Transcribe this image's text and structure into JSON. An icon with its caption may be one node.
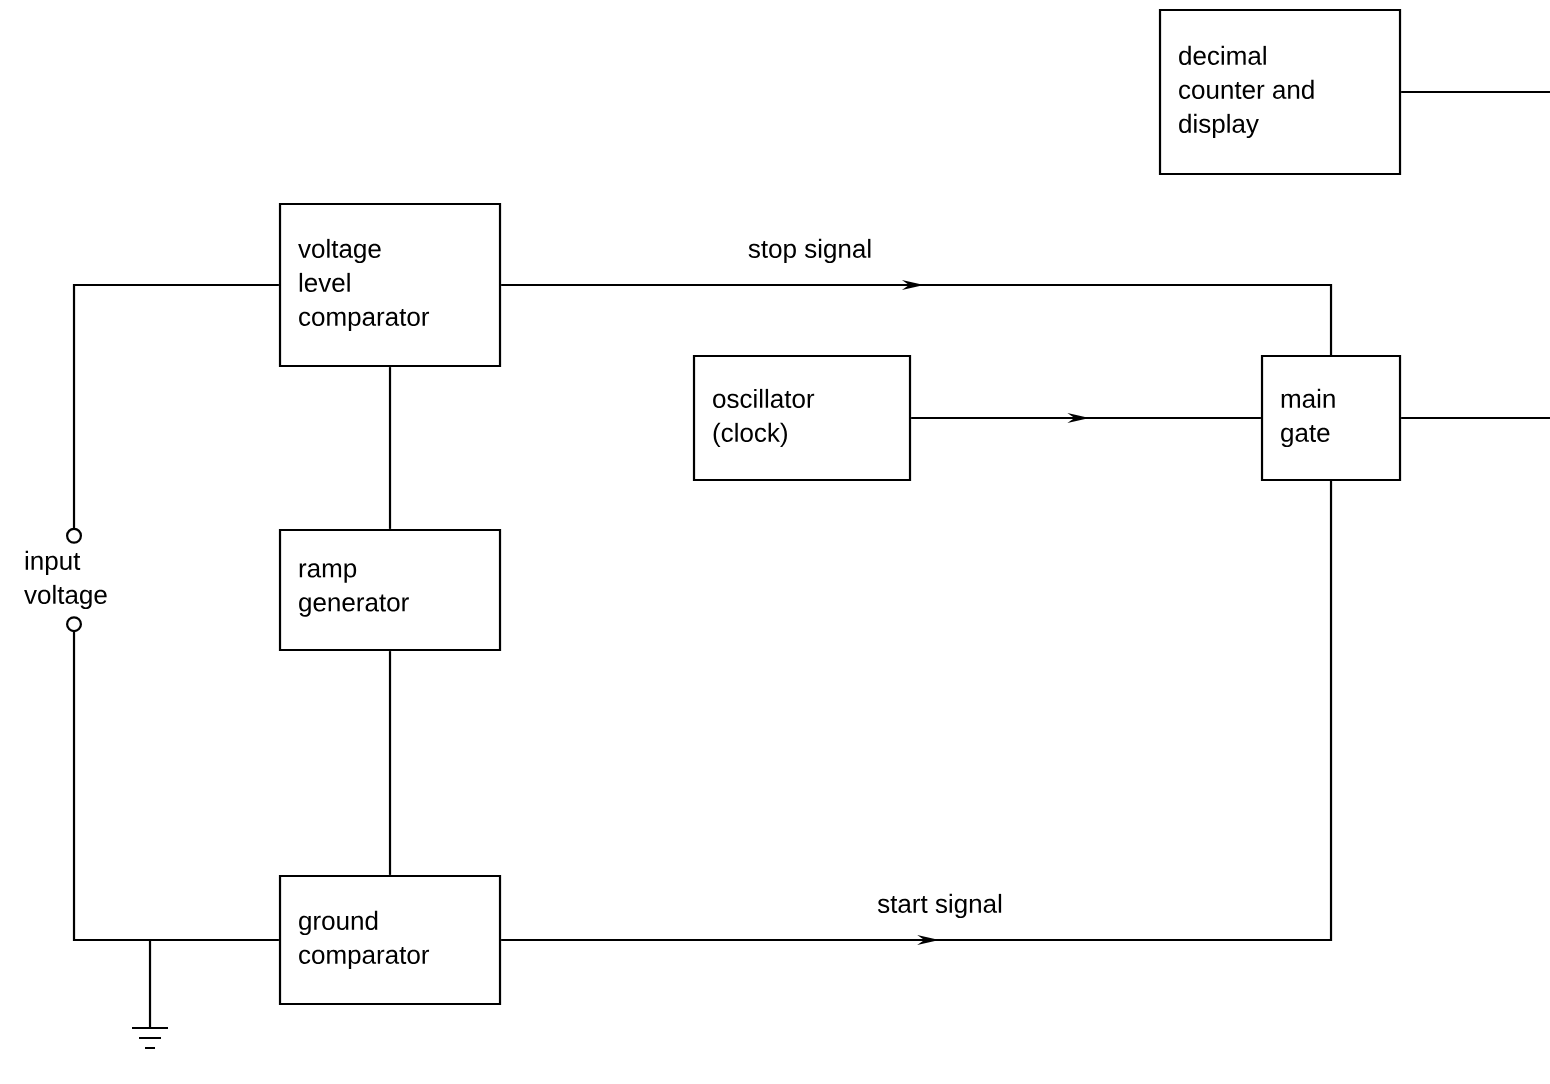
{
  "diagram": {
    "nodes": [
      {
        "text": [
          "decimal counter and display"
        ]
      },
      {
        "text": [
          "voltage level comparator"
        ]
      },
      {
        "text": [
          "oscillator (clock)"
        ]
      },
      {
        "text": [
          "main gate"
        ]
      },
      {
        "text": [
          "input voltage"
        ]
      },
      {
        "text": [
          "ramp generator"
        ]
      },
      {
        "text": [
          "ground comparator"
        ]
      }
    ],
    "edges": [
      {
        "from": 1,
        "to": 3,
        "arrow": "to",
        "label": "stop signal"
      },
      {
        "from": 2,
        "to": 3,
        "arrow": "to"
      },
      {
        "from": 6,
        "to": 3,
        "arrow": "to",
        "label": "start signal"
      },
      {
        "from": 1,
        "to": 5,
        "arrow": "none"
      },
      {
        "from": 5,
        "to": 6,
        "arrow": "none"
      },
      {
        "from": 4,
        "to": 1,
        "arrow": "other"
      },
      {
        "from": 4,
        "to": 6,
        "arrow": "other"
      },
      {
        "from": 0,
        "to": null,
        "arrow": "none"
      },
      {
        "from": 3,
        "to": null,
        "arrow": "none"
      }
    ]
  }
}
